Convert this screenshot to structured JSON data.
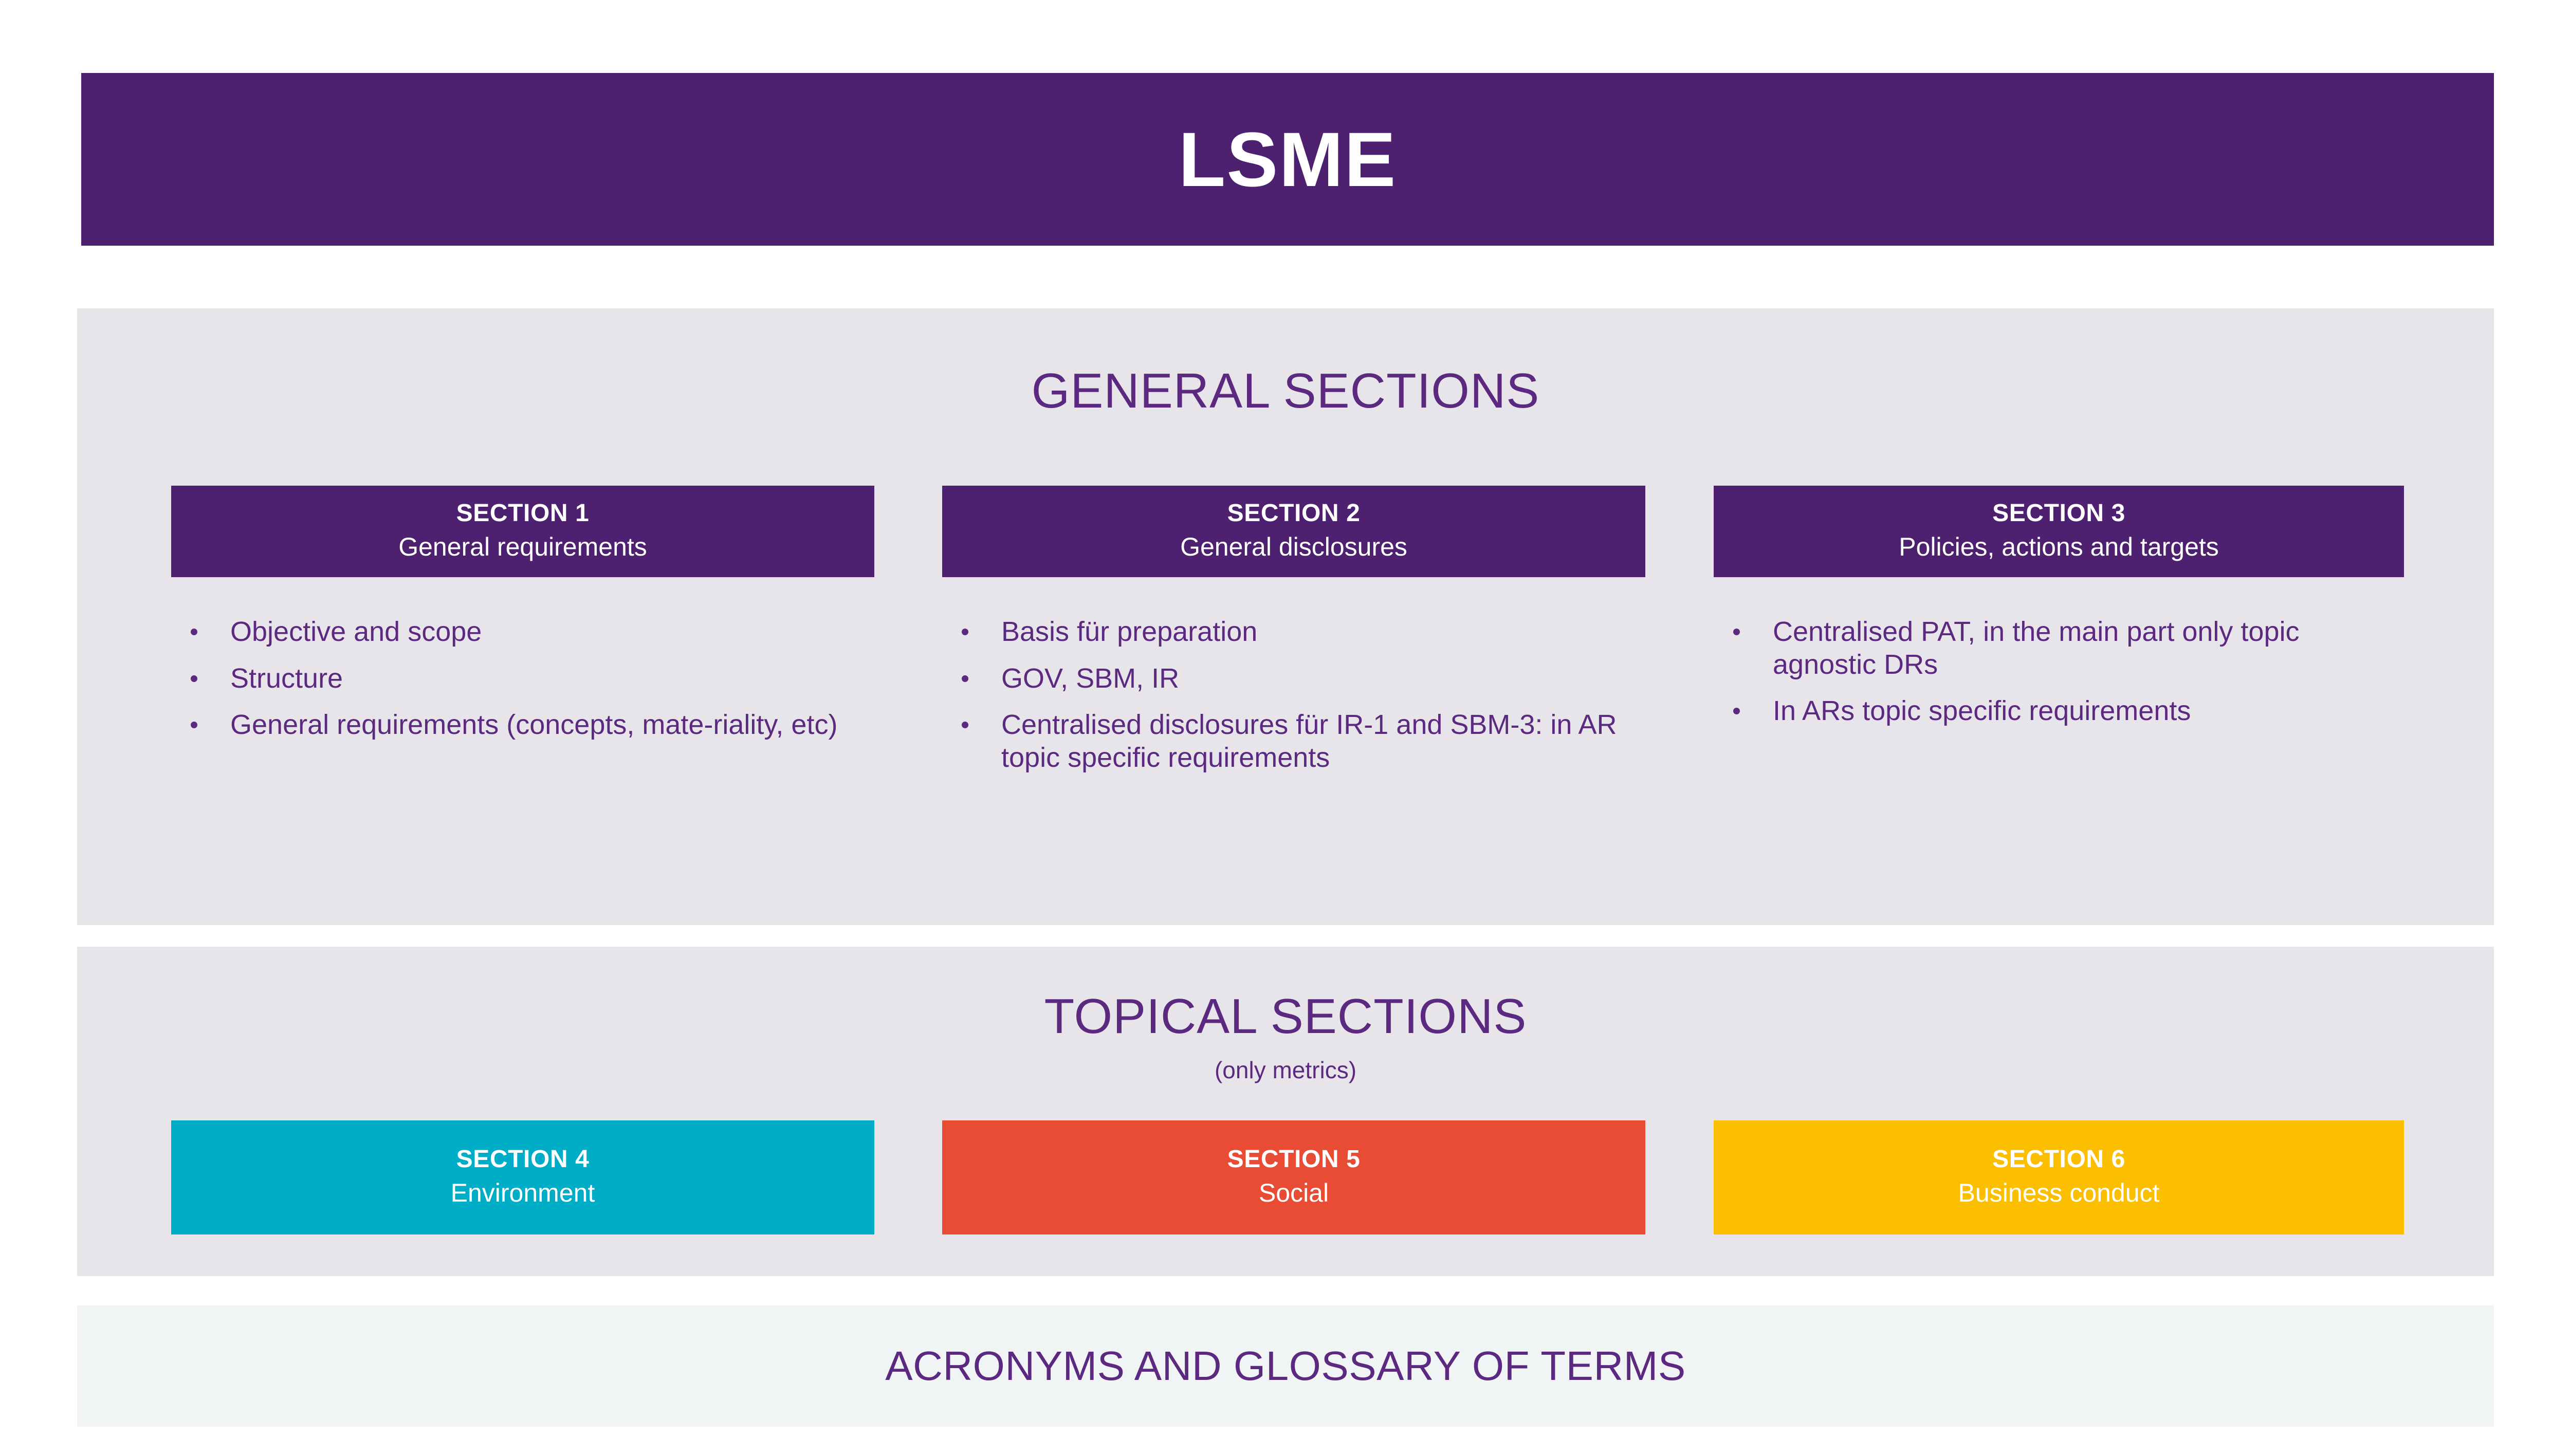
{
  "header": {
    "title": "LSME",
    "background_color": "#4e2070",
    "text_color": "#ffffff"
  },
  "general_panel": {
    "heading": "GENERAL SECTIONS",
    "background_color": "#e7e4ea",
    "heading_color": "#5b2a80",
    "columns": [
      {
        "number_label": "SECTION 1",
        "name": "General requirements",
        "box_color": "#4e2070",
        "bullets": [
          "Objective and scope",
          "Structure",
          "General requirements (concepts, mate-riality, etc)"
        ]
      },
      {
        "number_label": "SECTION 2",
        "name": "General disclosures",
        "box_color": "#4e2070",
        "bullets": [
          "Basis für preparation",
          "GOV, SBM, IR",
          "Centralised disclosures für IR-1 and SBM-3: in AR topic specific requirements"
        ]
      },
      {
        "number_label": "SECTION 3",
        "name": "Policies, actions and targets",
        "box_color": "#4e2070",
        "bullets": [
          "Centralised PAT, in the main part only topic agnostic DRs",
          "In ARs topic specific requirements"
        ]
      }
    ]
  },
  "topical_panel": {
    "heading": "TOPICAL SECTIONS",
    "subheading": "(only metrics)",
    "background_color": "#e7e4ea",
    "heading_color": "#5b2a80",
    "columns": [
      {
        "number_label": "SECTION 4",
        "name": "Environment",
        "box_color": "#00adc6"
      },
      {
        "number_label": "SECTION 5",
        "name": "Social",
        "box_color": "#e94c35"
      },
      {
        "number_label": "SECTION 6",
        "name": "Business conduct",
        "box_color": "#fcbf00"
      }
    ]
  },
  "footer": {
    "title": "ACRONYMS AND GLOSSARY OF TERMS",
    "background_color": "#f1f4f5",
    "text_color": "#5b2a80"
  }
}
